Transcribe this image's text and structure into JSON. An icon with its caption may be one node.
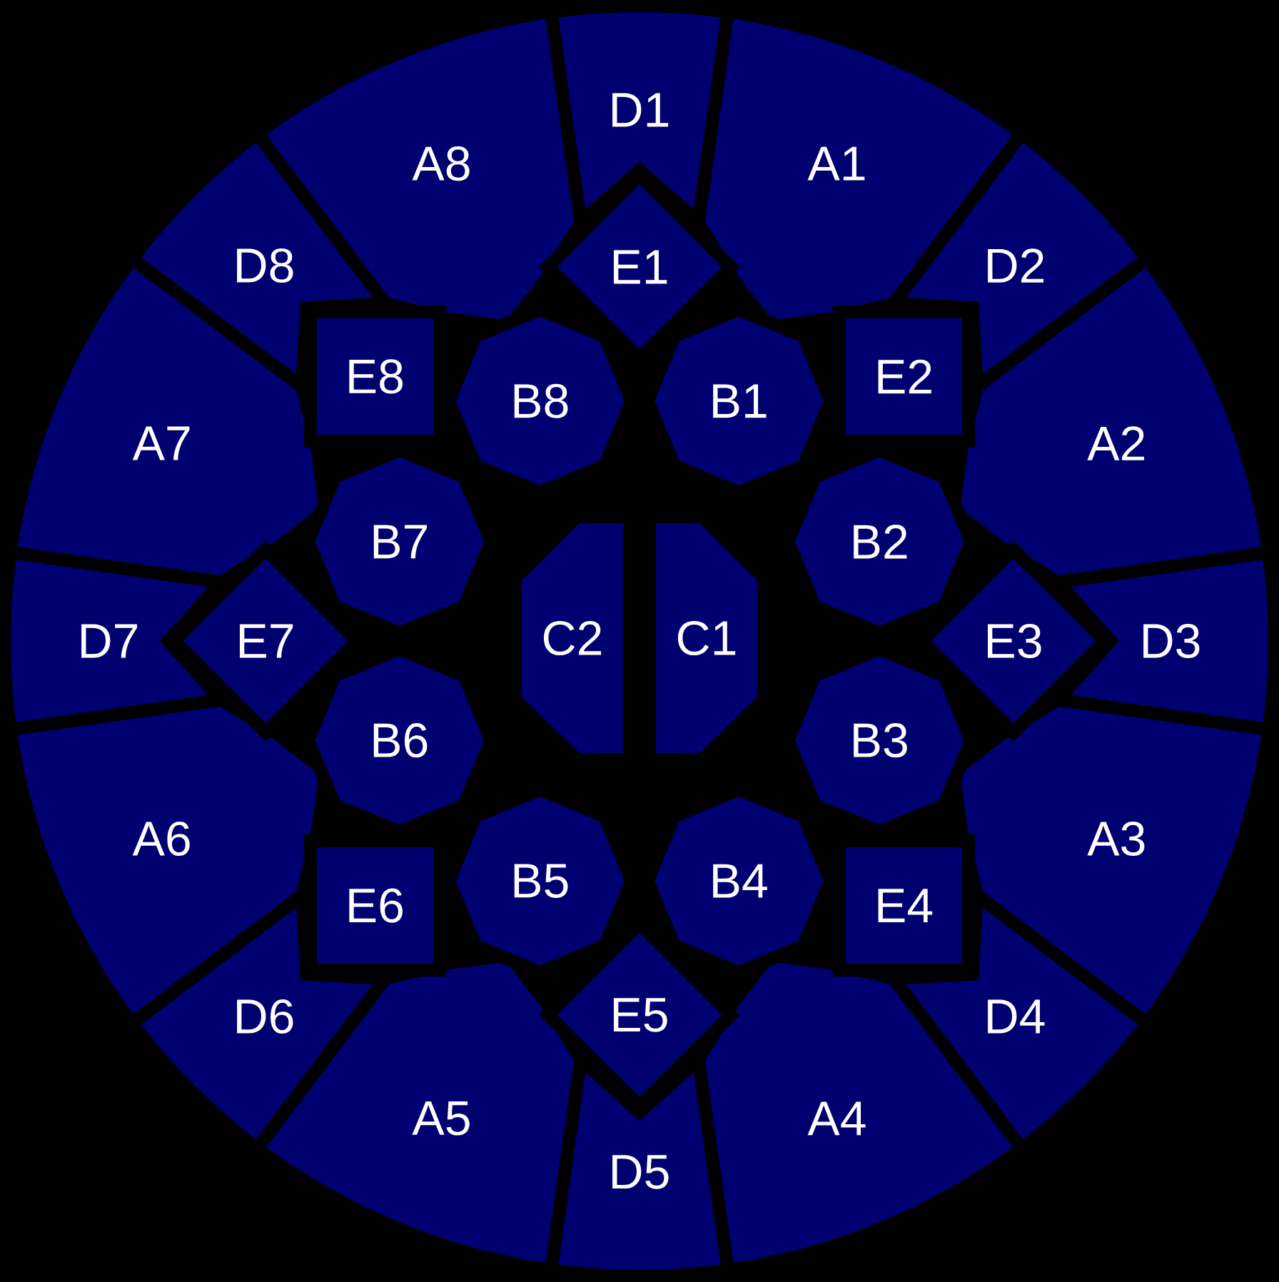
{
  "diagram": {
    "nodes": [
      {
        "text": [
          "A1"
        ]
      },
      {
        "text": [
          "A2"
        ]
      },
      {
        "text": [
          "A3"
        ]
      },
      {
        "text": [
          "A4"
        ]
      },
      {
        "text": [
          "A5"
        ]
      },
      {
        "text": [
          "A6"
        ]
      },
      {
        "text": [
          "A7"
        ]
      },
      {
        "text": [
          "A8"
        ]
      },
      {
        "text": [
          "B1"
        ]
      },
      {
        "text": [
          "B2"
        ]
      },
      {
        "text": [
          "B3"
        ]
      },
      {
        "text": [
          "B4"
        ]
      },
      {
        "text": [
          "B5"
        ]
      },
      {
        "text": [
          "B6"
        ]
      },
      {
        "text": [
          "B7"
        ]
      },
      {
        "text": [
          "B8"
        ]
      },
      {
        "text": [
          "C1"
        ]
      },
      {
        "text": [
          "C2"
        ]
      },
      {
        "text": [
          "D1"
        ]
      },
      {
        "text": [
          "D2"
        ]
      },
      {
        "text": [
          "D3"
        ]
      },
      {
        "text": [
          "D4"
        ]
      },
      {
        "text": [
          "D5"
        ]
      },
      {
        "text": [
          "D6"
        ]
      },
      {
        "text": [
          "D7"
        ]
      },
      {
        "text": [
          "D8"
        ]
      },
      {
        "text": [
          "E1"
        ]
      },
      {
        "text": [
          "E2"
        ]
      },
      {
        "text": [
          "E3"
        ]
      },
      {
        "text": [
          "E4"
        ]
      },
      {
        "text": [
          "E5"
        ]
      },
      {
        "text": [
          "E6"
        ]
      },
      {
        "text": [
          "E7"
        ]
      },
      {
        "text": [
          "E8"
        ]
      }
    ]
  }
}
